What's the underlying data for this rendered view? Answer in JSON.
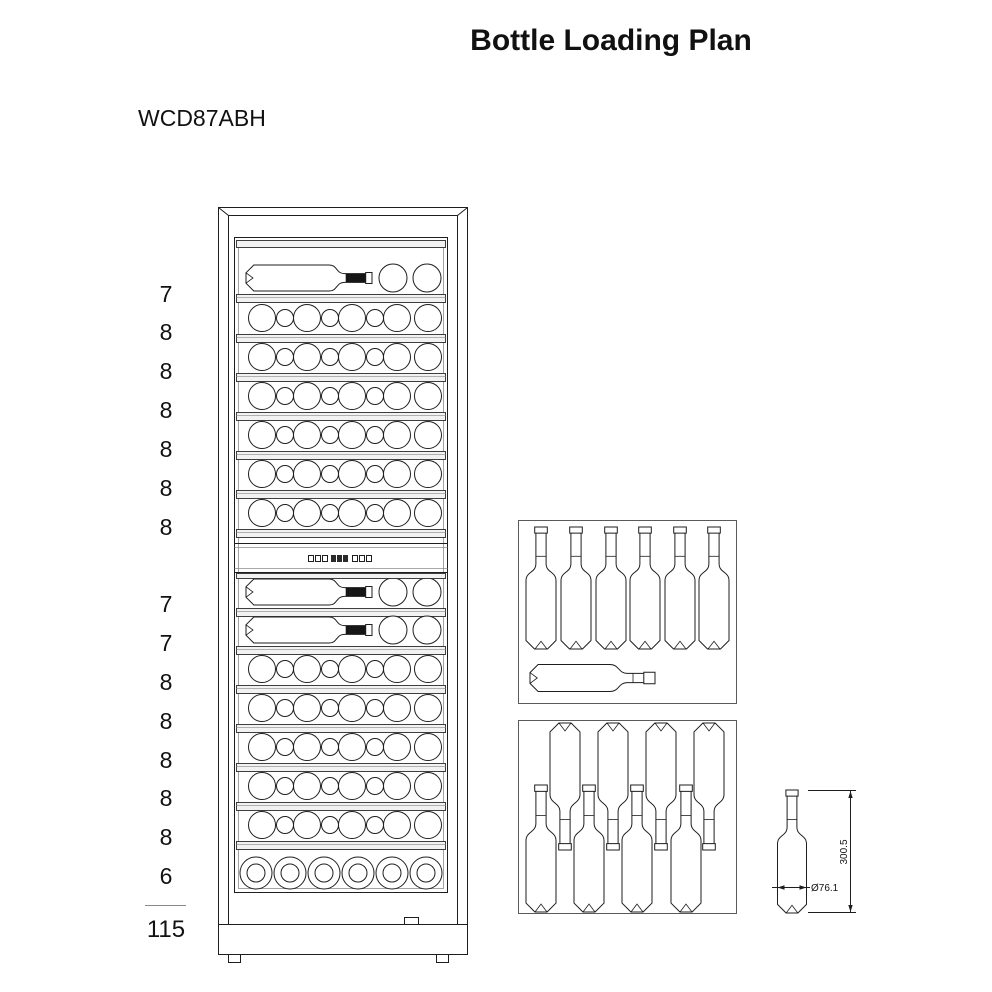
{
  "title": "Bottle Loading Plan",
  "model": "WCD87ABH",
  "upper_zone": {
    "shelves": [
      7,
      8,
      8,
      8,
      8,
      8,
      8
    ]
  },
  "lower_zone": {
    "shelves": [
      7,
      7,
      8,
      8,
      8,
      8,
      8,
      6
    ]
  },
  "total": "115",
  "bottle_dimensions": {
    "height": "300.5",
    "diameter": "Ø76.1"
  }
}
